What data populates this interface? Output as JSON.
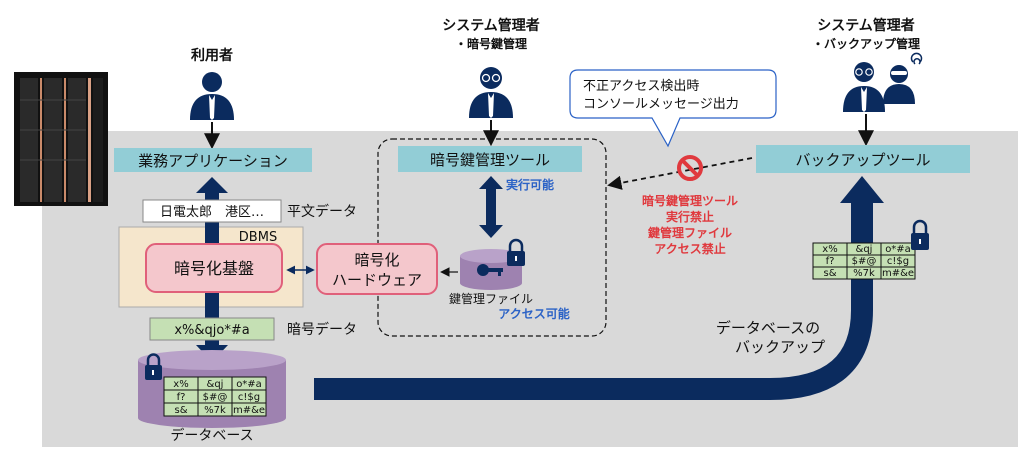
{
  "actors": {
    "user": {
      "title": "利用者",
      "icon": "person-icon"
    },
    "admin_key": {
      "title": "システム管理者",
      "role": "・暗号鍵管理",
      "icon": "person-with-glasses-icon"
    },
    "admin_backup": {
      "title": "システム管理者",
      "role": "・バックアップ管理",
      "icon": "two-admins-icon"
    }
  },
  "boxes": {
    "business_app": "業務アプリケーション",
    "key_tool": "暗号鍵管理ツール",
    "backup_tool": "バックアップツール",
    "dbms": "DBMS",
    "crypto_base": "暗号化基盤",
    "crypto_hw_line1": "暗号化",
    "crypto_hw_line2": "ハードウェア"
  },
  "data_labels": {
    "plaintext_sample": "日電太郎　港区…",
    "plaintext": "平文データ",
    "ciphertext_sample": "x%&qjo*#a",
    "ciphertext": "暗号データ"
  },
  "key_area": {
    "executable": "実行可能",
    "key_file": "鍵管理ファイル",
    "accessible": "アクセス可能"
  },
  "callout": {
    "line1": "不正アクセス検出時",
    "line2": "コンソールメッセージ出力"
  },
  "prohibition": {
    "lines": [
      "暗号鍵管理ツール",
      "実行禁止",
      "鍵管理ファイル",
      "アクセス禁止"
    ],
    "icon": "no-entry-icon"
  },
  "database": {
    "label": "データベース",
    "grid": [
      [
        "x%",
        "&qj",
        "o*#a"
      ],
      [
        "f?",
        "$#@",
        "c!$g"
      ],
      [
        "s&",
        "%7k",
        "m#&e"
      ]
    ]
  },
  "backup": {
    "label_line1": "データベースの",
    "label_line2": "バックアップ",
    "grid": [
      [
        "x%",
        "&qj",
        "o*#a"
      ],
      [
        "f?",
        "$#@",
        "c!$g"
      ],
      [
        "s&",
        "%7k",
        "m#&e"
      ]
    ]
  },
  "colors": {
    "panel": "#d9d9d9",
    "box_teal": "#92cdd6",
    "dbms_fill": "#f5e6cc",
    "crypto_fill": "#f4c7cc",
    "crypto_border": "#e0607a",
    "arrow_navy": "#0b2b5e",
    "db_purple": "#9e82b0",
    "grid_green": "#c5e0b4",
    "prohibit_red": "#e0393e",
    "accent_blue": "#2b62c6"
  }
}
